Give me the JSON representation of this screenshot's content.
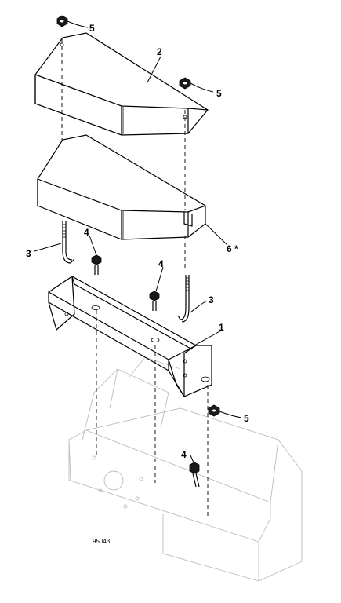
{
  "figure": {
    "id": "95043",
    "callouts": [
      {
        "key": "part-2",
        "label": "2"
      },
      {
        "key": "nut-top-left",
        "label": "5"
      },
      {
        "key": "nut-top-right",
        "label": "5"
      },
      {
        "key": "rod-left",
        "label": "3"
      },
      {
        "key": "rod-right",
        "label": "3"
      },
      {
        "key": "bolt-left",
        "label": "4"
      },
      {
        "key": "bolt-middle",
        "label": "4"
      },
      {
        "key": "bolt-lower",
        "label": "4"
      },
      {
        "key": "bracket",
        "label": "1"
      },
      {
        "key": "nut-lower",
        "label": "5"
      },
      {
        "key": "part-6",
        "label": "6 *"
      }
    ]
  }
}
